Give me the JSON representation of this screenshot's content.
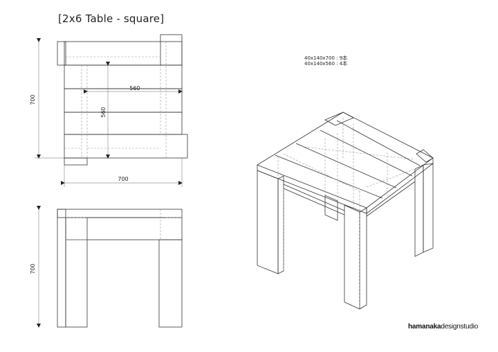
{
  "title": "[2x6 Table - square]",
  "parts": [
    "40x140x700 : 9本",
    "40x140x560 : 4本"
  ],
  "brand": {
    "bold": "hamanaka",
    "light": "designstudio"
  },
  "dimensions": {
    "top_view_height": "700",
    "top_view_width": "700",
    "inner_horizontal": "560",
    "inner_vertical": "560",
    "side_view_height": "700"
  }
}
